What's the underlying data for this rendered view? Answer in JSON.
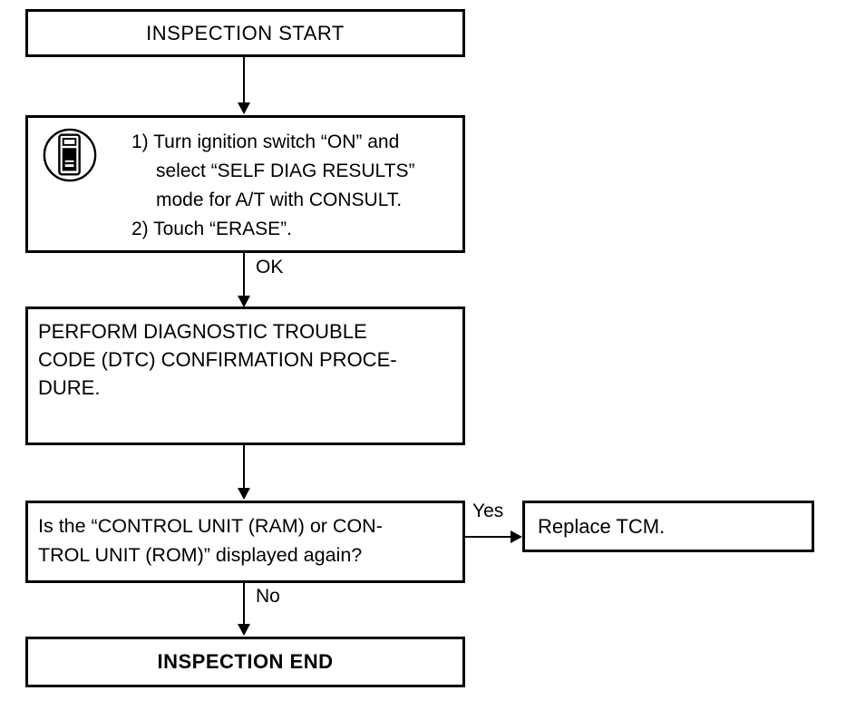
{
  "flowchart": {
    "title_hint": "A/T self-diagnosis inspection flow",
    "colors": {
      "line": "#000000",
      "background": "#ffffff"
    },
    "start": {
      "label": "INSPECTION START"
    },
    "consult": {
      "icon": "consult-tool-icon",
      "lines": [
        "1) Turn ignition switch “ON” and",
        "select “SELF DIAG RESULTS”",
        "mode for A/T with CONSULT.",
        "2) Touch “ERASE”."
      ]
    },
    "edges": {
      "ok_label": "OK",
      "yes_label": "Yes",
      "no_label": "No"
    },
    "perform": {
      "lines": [
        "PERFORM DIAGNOSTIC TROUBLE",
        "CODE (DTC) CONFIRMATION PROCE-",
        "DURE."
      ]
    },
    "decision": {
      "lines": [
        "Is the “CONTROL UNIT (RAM) or CON-",
        "TROL UNIT (ROM)” displayed again?"
      ]
    },
    "replace": {
      "label": "Replace TCM."
    },
    "end": {
      "label": "INSPECTION END"
    }
  }
}
